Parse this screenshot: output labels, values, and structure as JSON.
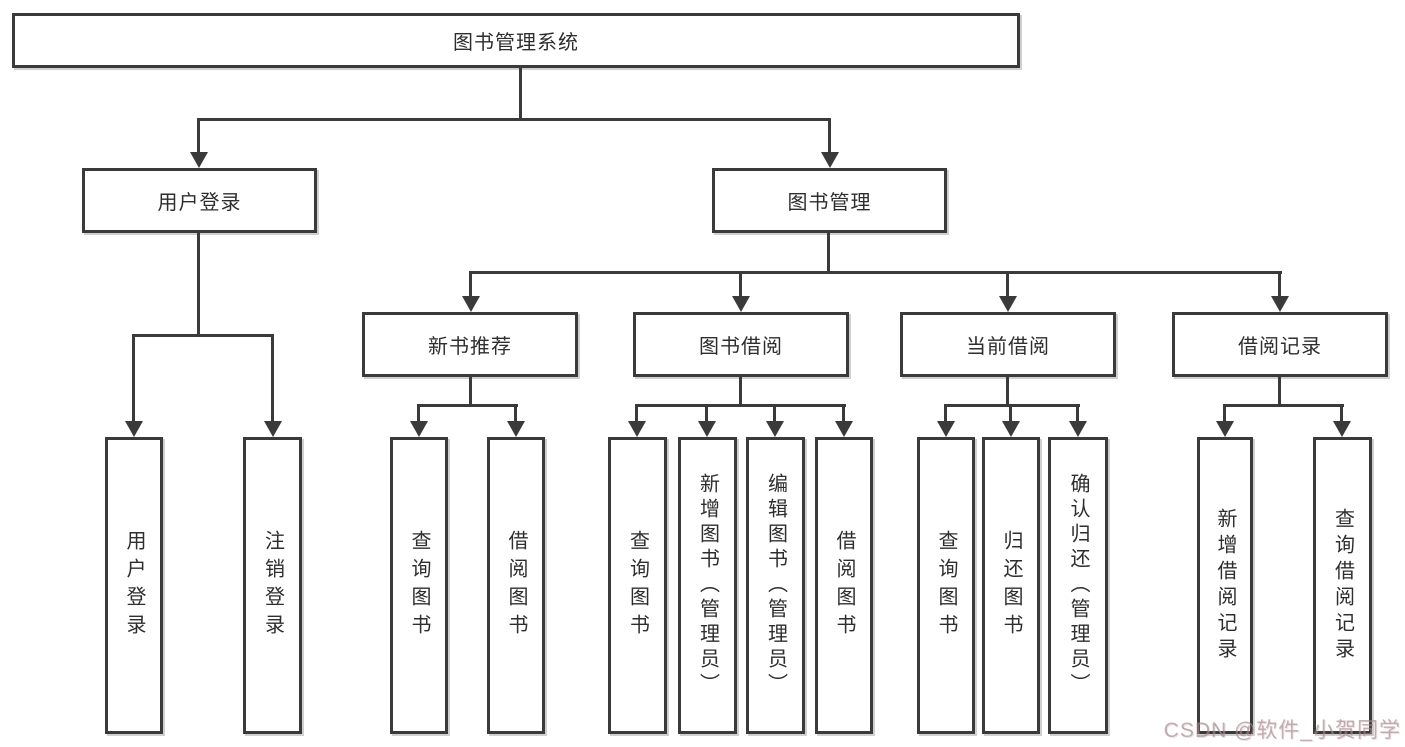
{
  "diagram": {
    "title": "图书管理系统",
    "root": {
      "label": "图书管理系统"
    },
    "level2": {
      "user_login": {
        "label": "用户登录"
      },
      "book_mgmt": {
        "label": "图书管理"
      }
    },
    "level3": {
      "new_book": {
        "label": "新书推荐"
      },
      "book_borrow": {
        "label": "图书借阅"
      },
      "current_borrow": {
        "label": "当前借阅"
      },
      "borrow_records": {
        "label": "借阅记录"
      }
    },
    "leaves": {
      "user_login": [
        "用户登录",
        "注销登录"
      ],
      "new_book": [
        "查询图书",
        "借阅图书"
      ],
      "book_borrow": [
        "查询图书",
        "新增图书（管理员）",
        "编辑图书（管理员）",
        "借阅图书"
      ],
      "current_borrow": [
        "查询图书",
        "归还图书",
        "确认归还（管理员）"
      ],
      "borrow_records": [
        "新增借阅记录",
        "查询借阅记录"
      ]
    }
  },
  "watermark": "CSDN @软件_小贺同学",
  "colors": {
    "line": "#3a3a3a",
    "text": "#2e2e2e",
    "background": "#ffffff",
    "watermark_gray": "#94888b",
    "watermark_pink": "#e797a2"
  }
}
